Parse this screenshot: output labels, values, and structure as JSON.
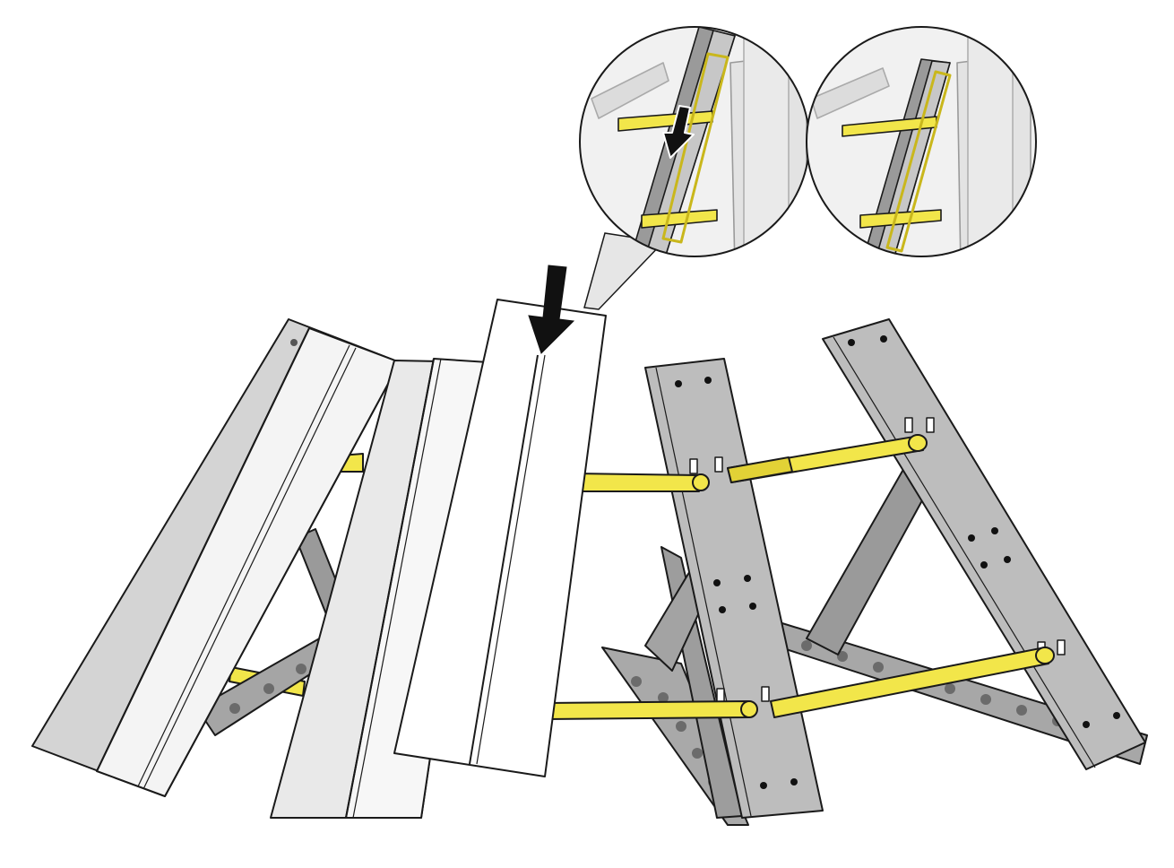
{
  "figure": {
    "type": "assembly-instruction-illustration",
    "caption": "",
    "colors": {
      "background": "#ffffff",
      "outline": "#1a1a1a",
      "frame_grey": "#b9b9b9",
      "frame_grey_dark": "#8e8e8e",
      "frame_grey_light": "#d6d6d6",
      "cover_panel": "#ffffff",
      "cover_panel_shade": "#e8e8e8",
      "spacer_bar": "#f2e64a",
      "spacer_bar_dark": "#c9b71c",
      "callout_fill": "#f1f1f1",
      "arrow": "#111111"
    },
    "parts": {
      "frames": [
        "frame-left",
        "frame-center",
        "frame-right"
      ],
      "cover_panels": [
        "cover-panel-1",
        "cover-panel-2",
        "cover-panel-3"
      ],
      "spacer_bars": 4,
      "callouts": [
        "detail-before",
        "detail-after"
      ]
    },
    "icons": {
      "main_arrow": "arrow-down-icon",
      "detail_arrow": "arrow-down-icon"
    }
  }
}
